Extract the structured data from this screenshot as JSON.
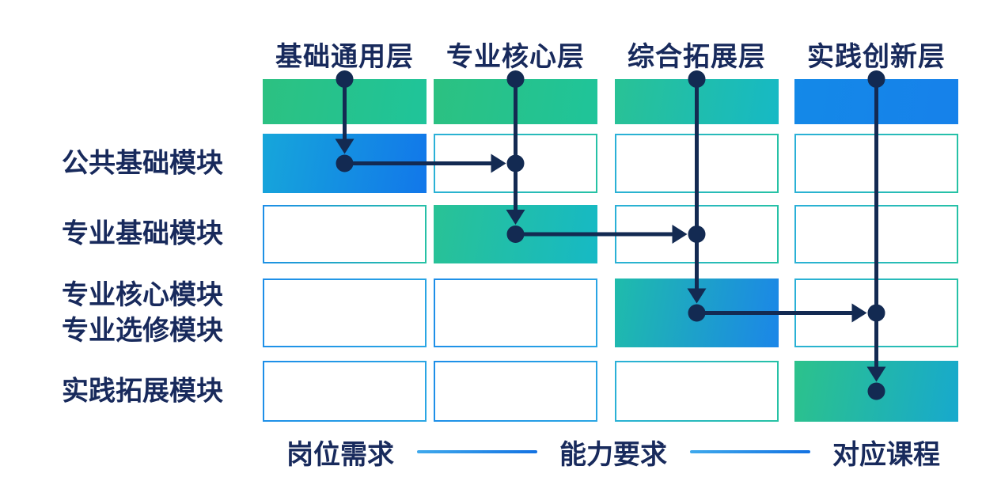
{
  "diagram": {
    "column_headers": [
      {
        "label": "基础通用层"
      },
      {
        "label": "专业核心层"
      },
      {
        "label": "综合拓展层"
      },
      {
        "label": "实践创新层"
      }
    ],
    "row_labels": [
      {
        "line1": "公共基础模块",
        "line2": ""
      },
      {
        "line1": "专业基础模块",
        "line2": ""
      },
      {
        "line1": "专业核心模块",
        "line2": "专业选修模块"
      },
      {
        "line1": "实践拓展模块",
        "line2": ""
      }
    ],
    "top_band": [
      {
        "fill": "green"
      },
      {
        "fill": "green"
      },
      {
        "fill": "green-teal"
      },
      {
        "fill": "blue"
      }
    ],
    "grid_rows": [
      [
        {
          "fill": "blue-grad"
        },
        {
          "border": "teal"
        },
        {
          "border": "teal"
        },
        {
          "border": "teal"
        }
      ],
      [
        {
          "border": "mixed"
        },
        {
          "fill": "green-teal"
        },
        {
          "border": "teal"
        },
        {
          "border": "teal"
        }
      ],
      [
        {
          "border": "blue"
        },
        {
          "border": "blue"
        },
        {
          "fill": "teal-blue"
        },
        {
          "border": "teal"
        }
      ],
      [
        {
          "border": "blue"
        },
        {
          "border": "blue"
        },
        {
          "border": "teal"
        },
        {
          "fill": "green-cyan"
        }
      ]
    ],
    "flow": {
      "vertical_edges": [
        {
          "col": 0,
          "to_row": 0
        },
        {
          "col": 1,
          "to_row": 1
        },
        {
          "col": 2,
          "to_row": 2
        },
        {
          "col": 3,
          "to_row": 3
        }
      ],
      "horizontal_edges": [
        {
          "row": 0,
          "from_col": 0,
          "to_col": 1
        },
        {
          "row": 1,
          "from_col": 1,
          "to_col": 2
        },
        {
          "row": 2,
          "from_col": 2,
          "to_col": 3
        }
      ],
      "node_dots": [
        {
          "col": 0,
          "row": "top"
        },
        {
          "col": 1,
          "row": "top"
        },
        {
          "col": 2,
          "row": "top"
        },
        {
          "col": 3,
          "row": "top"
        },
        {
          "col": 0,
          "row": 0
        },
        {
          "col": 1,
          "row": 0
        },
        {
          "col": 1,
          "row": 1
        },
        {
          "col": 2,
          "row": 1
        },
        {
          "col": 2,
          "row": 2
        },
        {
          "col": 3,
          "row": 2
        },
        {
          "col": 3,
          "row": 3
        }
      ]
    }
  },
  "legend": {
    "items": [
      {
        "label": "岗位需求"
      },
      {
        "label": "能力要求"
      },
      {
        "label": "对应课程"
      }
    ]
  },
  "fills": {
    "green": [
      "#2cc181",
      "#1fc49a"
    ],
    "green-teal": [
      "#29c295",
      "#16b9c5"
    ],
    "blue": [
      "#1489e8",
      "#1681ea"
    ],
    "blue-grad": [
      "#16a6da",
      "#1277ea"
    ],
    "teal-blue": [
      "#1fbcab",
      "#1b86e8"
    ],
    "green-cyan": [
      "#2cc28b",
      "#17a9cd"
    ]
  },
  "borders": {
    "teal": [
      "#2ab0d8",
      "#26c2a4"
    ],
    "blue": [
      "#1d8ee8",
      "#2aa6e4"
    ],
    "mixed": [
      "#1d8ee8",
      "#26c2a4"
    ]
  },
  "colors": {
    "text_navy": "#182a5c",
    "connector_navy": "#132a52",
    "legend_line_left": "#3fa9ec",
    "legend_line_right": "#1372e2"
  }
}
